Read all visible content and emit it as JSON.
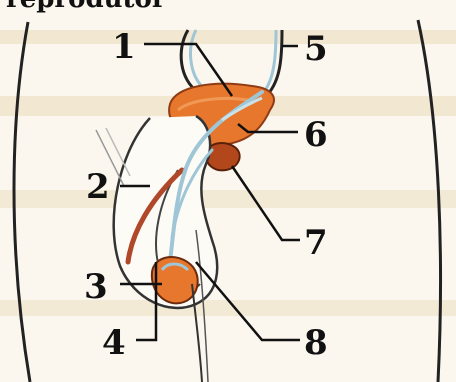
{
  "header": {
    "text": "reprodutor"
  },
  "labels": [
    "1",
    "2",
    "3",
    "4",
    "5",
    "6",
    "7",
    "8"
  ],
  "colors": {
    "background": "#fbf7ee",
    "band": "#f2e8d2",
    "outline": "#222222",
    "organ_orange": "#e7772c",
    "organ_dark": "#b3471c",
    "duct_blue": "#9fc6d6",
    "duct_red": "#b0482a"
  },
  "icons": [
    "reproductive-organ-illustration"
  ]
}
